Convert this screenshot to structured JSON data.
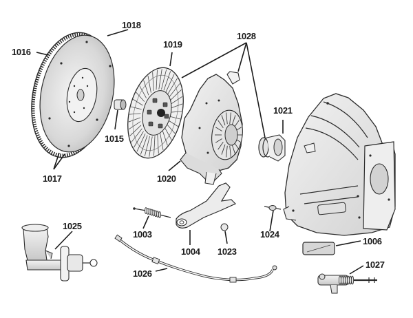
{
  "diagram": {
    "type": "exploded-parts-view",
    "colors": {
      "ink": "#2a2a2a",
      "shade": "#cfcfcf",
      "light": "#eeeeee",
      "paper": "#ffffff"
    },
    "callouts": [
      {
        "id": "1016",
        "label": "1016"
      },
      {
        "id": "1018",
        "label": "1018"
      },
      {
        "id": "1019",
        "label": "1019"
      },
      {
        "id": "1028",
        "label": "1028"
      },
      {
        "id": "1015",
        "label": "1015"
      },
      {
        "id": "1017",
        "label": "1017"
      },
      {
        "id": "1021",
        "label": "1021"
      },
      {
        "id": "1020",
        "label": "1020"
      },
      {
        "id": "1003",
        "label": "1003"
      },
      {
        "id": "1004",
        "label": "1004"
      },
      {
        "id": "1023",
        "label": "1023"
      },
      {
        "id": "1024",
        "label": "1024"
      },
      {
        "id": "1025",
        "label": "1025"
      },
      {
        "id": "1006",
        "label": "1006"
      },
      {
        "id": "1026",
        "label": "1026"
      },
      {
        "id": "1027",
        "label": "1027"
      }
    ]
  }
}
